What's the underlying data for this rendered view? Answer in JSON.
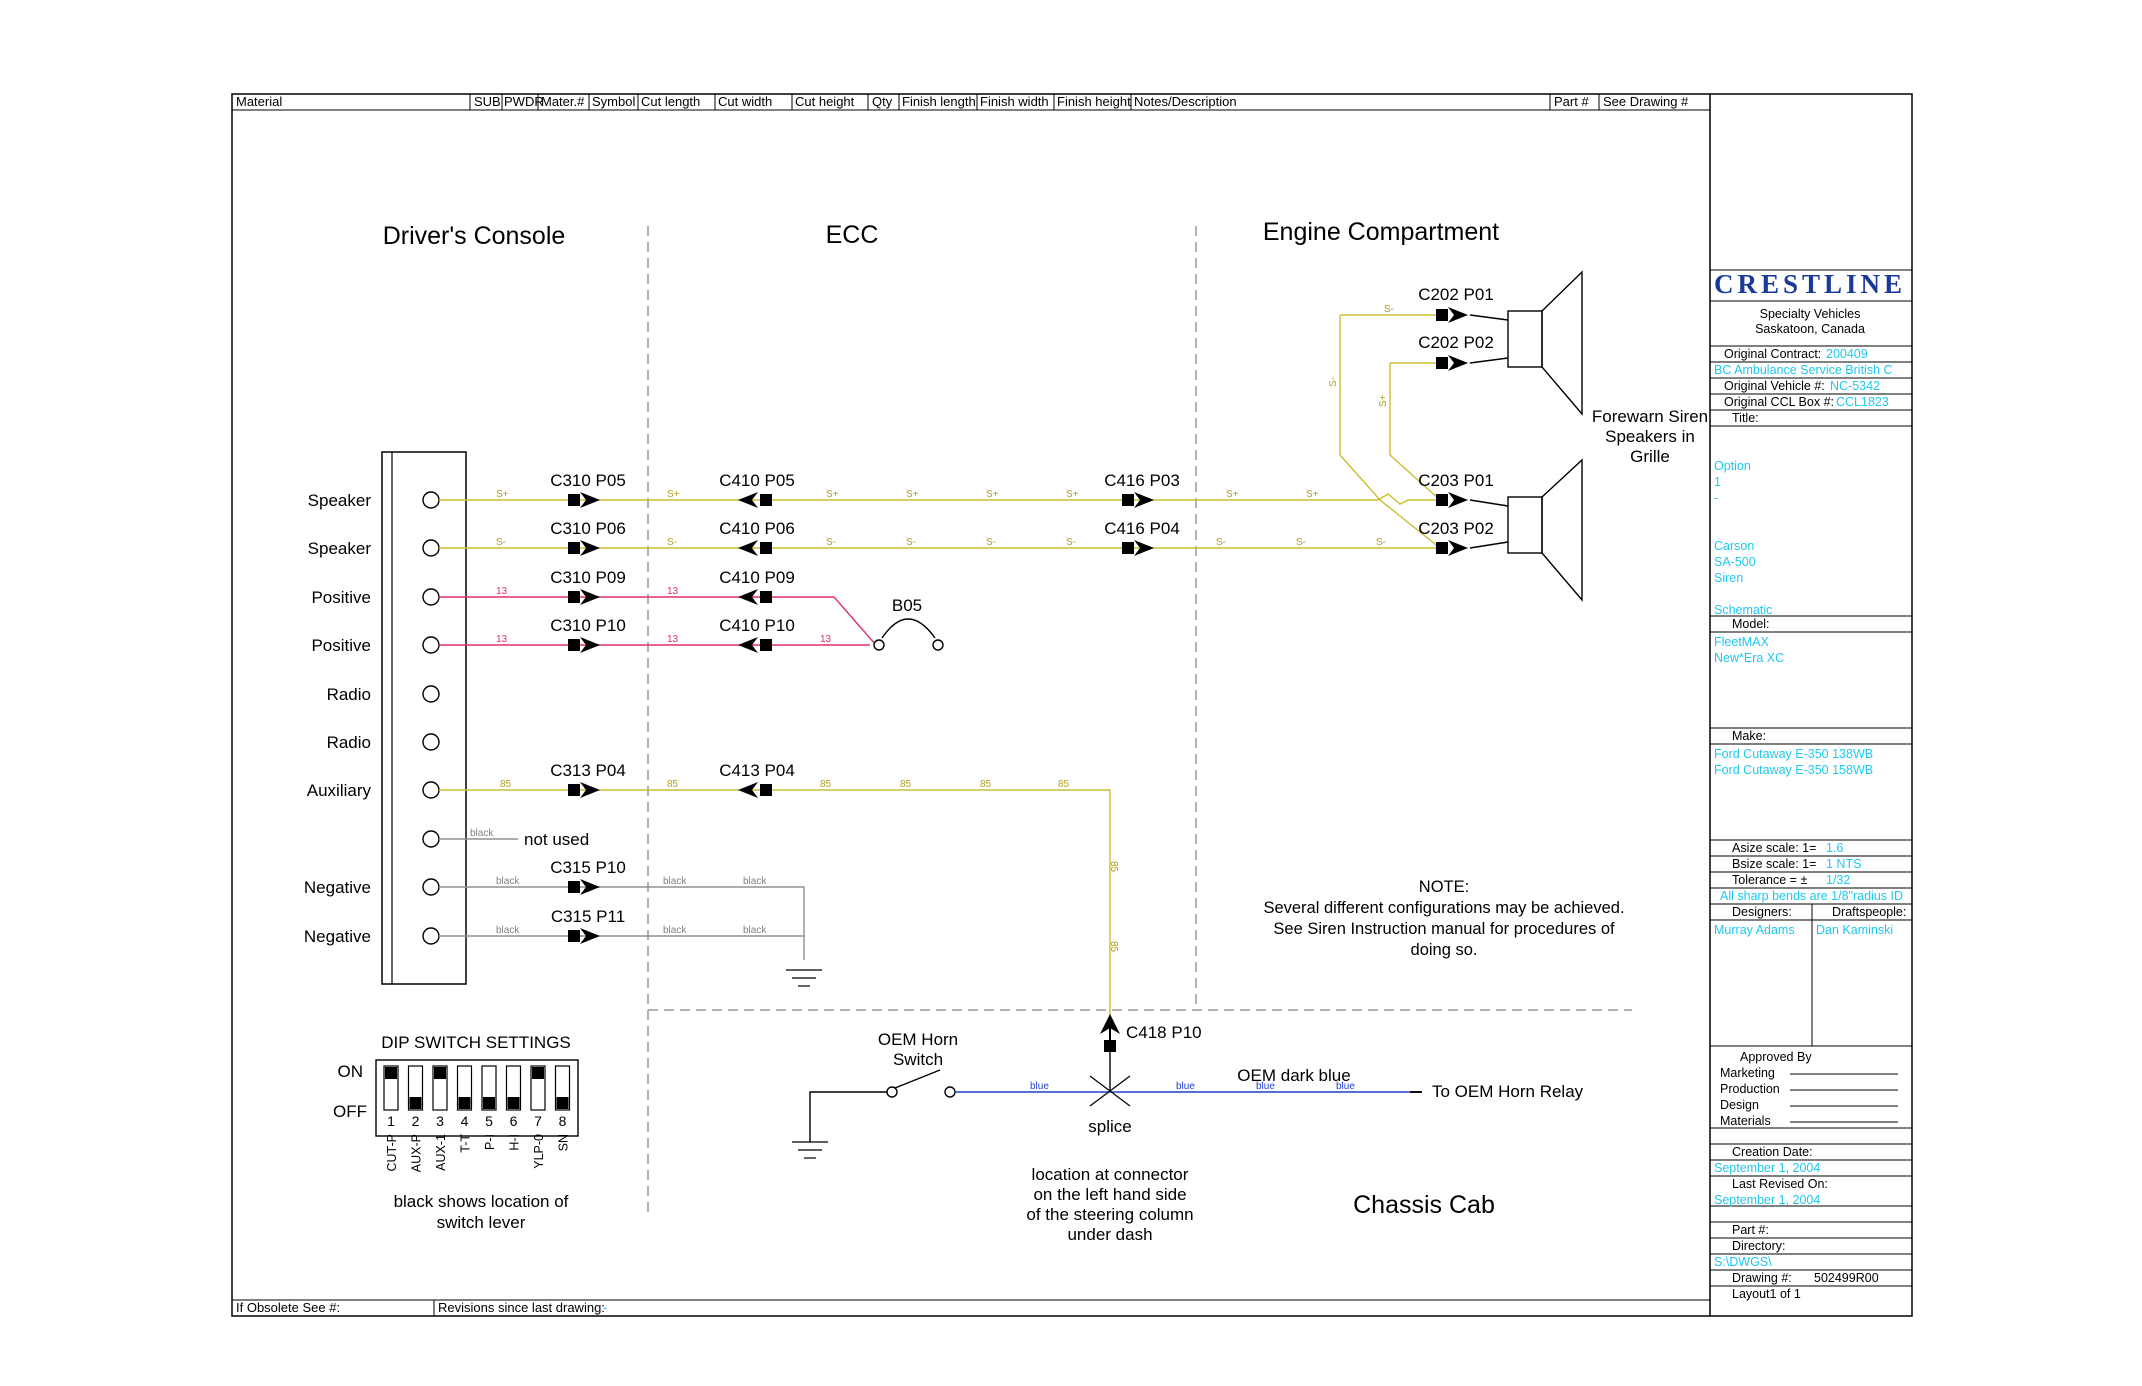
{
  "header": {
    "columns": [
      "Material",
      "SUB",
      "PWDR",
      "Mater.#",
      "Symbol",
      "Cut length",
      "Cut width",
      "Cut height",
      "Qty",
      "Finish length",
      "Finish width",
      "Finish height",
      "Notes/Description",
      "Part #",
      "See Drawing #"
    ]
  },
  "footer": {
    "obsolete_label": "If Obsolete See #:",
    "revisions_label": "Revisions since last drawing:",
    "revisions_value": "-"
  },
  "sections": {
    "drivers_console": "Driver's Console",
    "ecc": "ECC",
    "engine_compartment": "Engine Compartment",
    "chassis_cab": "Chassis Cab"
  },
  "console_pins": [
    "Speaker",
    "Speaker",
    "Positive",
    "Positive",
    "Radio",
    "Radio",
    "Auxiliary",
    "",
    "Negative",
    "Negative"
  ],
  "not_used_label": "not used",
  "connectors": {
    "c310_p05": "C310 P05",
    "c310_p06": "C310 P06",
    "c310_p09": "C310 P09",
    "c310_p10": "C310 P10",
    "c410_p05": "C410 P05",
    "c410_p06": "C410 P06",
    "c410_p09": "C410 P09",
    "c410_p10": "C410 P10",
    "c416_p03": "C416 P03",
    "c416_p04": "C416 P04",
    "c202_p01": "C202 P01",
    "c202_p02": "C202 P02",
    "c203_p01": "C203 P01",
    "c203_p02": "C203 P02",
    "c313_p04": "C313 P04",
    "c413_p04": "C413 P04",
    "c315_p10": "C315 P10",
    "c315_p11": "C315 P11",
    "c418_p10": "C418 P10",
    "b05": "B05"
  },
  "wire_labels": {
    "s_plus": "S+",
    "s_minus": "S-",
    "w13": "13",
    "w85": "85",
    "black": "black",
    "blue": "blue"
  },
  "siren_label": [
    "Forewarn Siren",
    "Speakers in",
    "Grille"
  ],
  "horn": {
    "switch_label": [
      "OEM Horn",
      "Switch"
    ],
    "splice_label": "splice",
    "wire_name": "OEM dark blue",
    "relay_label": "To OEM Horn Relay",
    "location_note": [
      "location at connector",
      "on the left hand side",
      "of the steering column",
      "under dash"
    ]
  },
  "note": {
    "title": "NOTE:",
    "lines": [
      "Several different configurations may be achieved.",
      "See Siren Instruction manual for procedures of",
      "doing so."
    ]
  },
  "dip": {
    "title": "DIP SWITCH SETTINGS",
    "on": "ON",
    "off": "OFF",
    "numbers": [
      "1",
      "2",
      "3",
      "4",
      "5",
      "6",
      "7",
      "8"
    ],
    "names": [
      "CUT-P",
      "AUX-P",
      "AUX-1",
      "T-T",
      "P-I",
      "H-I",
      "YLP-0",
      "SN"
    ],
    "positions": [
      "on",
      "off",
      "on",
      "off",
      "off",
      "off",
      "on",
      "off"
    ],
    "caption": [
      "black shows location of",
      "switch lever"
    ]
  },
  "title_block": {
    "company": "CRESTLINE",
    "company_sub": [
      "Specialty Vehicles",
      "Saskatoon, Canada"
    ],
    "original_contract_label": "Original Contract:",
    "original_contract": "200409",
    "customer": "BC Ambulance Service British C",
    "original_vehicle_label": "Original Vehicle #:",
    "original_vehicle": "NC-5342",
    "original_ccl_label": "Original CCL Box #:",
    "original_ccl": "CCL1823",
    "title_label": "Title:",
    "title_lines": [
      "Option",
      "1",
      "-",
      "",
      "Carson",
      "SA-500",
      "Siren",
      "",
      "Schematic"
    ],
    "model_label": "Model:",
    "model_lines": [
      "FleetMAX",
      "New*Era XC"
    ],
    "make_label": "Make:",
    "make_lines": [
      "Ford Cutaway E-350 138WB",
      "Ford Cutaway E-350 158WB"
    ],
    "asize_label": "Asize scale: 1=",
    "asize": "1.6",
    "bsize_label": "Bsize scale: 1=",
    "bsize": "1  NTS",
    "tolerance_label": "Tolerance = ±",
    "tolerance": "1/32",
    "bends_note": "All sharp bends are 1/8\"radius ID",
    "designers_label": "Designers:",
    "designers": "Murray Adams",
    "draftspeople_label": "Draftspeople:",
    "draftspeople": "Dan Kaminski",
    "approved_label": "Approved By",
    "approvals": [
      "Marketing",
      "Production",
      "Design",
      "Materials"
    ],
    "creation_label": "Creation Date:",
    "creation_date": "September 1, 2004",
    "revised_label": "Last Revised On:",
    "revised_date": "September 1, 2004",
    "part_label": "Part #:",
    "directory_label": "Directory:",
    "directory": "S:\\DWGS\\",
    "drawing_label": "Drawing #:",
    "drawing_number": "502499R00",
    "layout": "Layout1 of 1"
  },
  "colors": {
    "speaker_wire": "#c8c030",
    "positive_wire": "#e0306a",
    "aux_wire": "#c8c030",
    "ground_wire": "#909090",
    "horn_wire": "#2040d0",
    "cyan_text": "#1ec8f0",
    "brand": "#1a3a9a"
  }
}
